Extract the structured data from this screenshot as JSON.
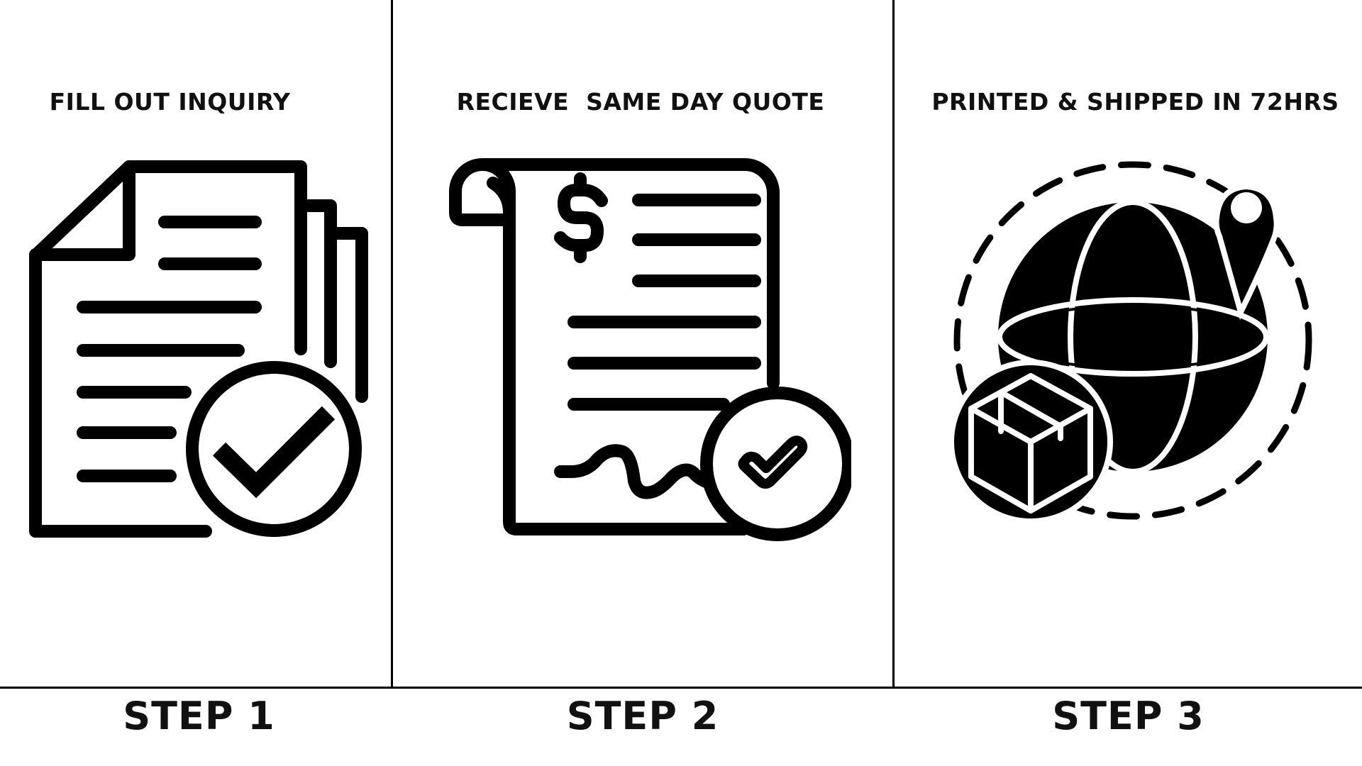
{
  "steps": [
    {
      "caption": "FILL OUT INQUIRY",
      "label": "STEP 1",
      "icon": "document-checkmark-icon"
    },
    {
      "caption": "RECIEVE  SAME DAY QUOTE",
      "label": "STEP 2",
      "icon": "invoice-approved-icon"
    },
    {
      "caption": "PRINTED & SHIPPED IN 72HRS",
      "label": "STEP 3",
      "icon": "global-shipping-icon"
    }
  ],
  "colors": {
    "ink": "#000000",
    "background": "#ffffff"
  }
}
